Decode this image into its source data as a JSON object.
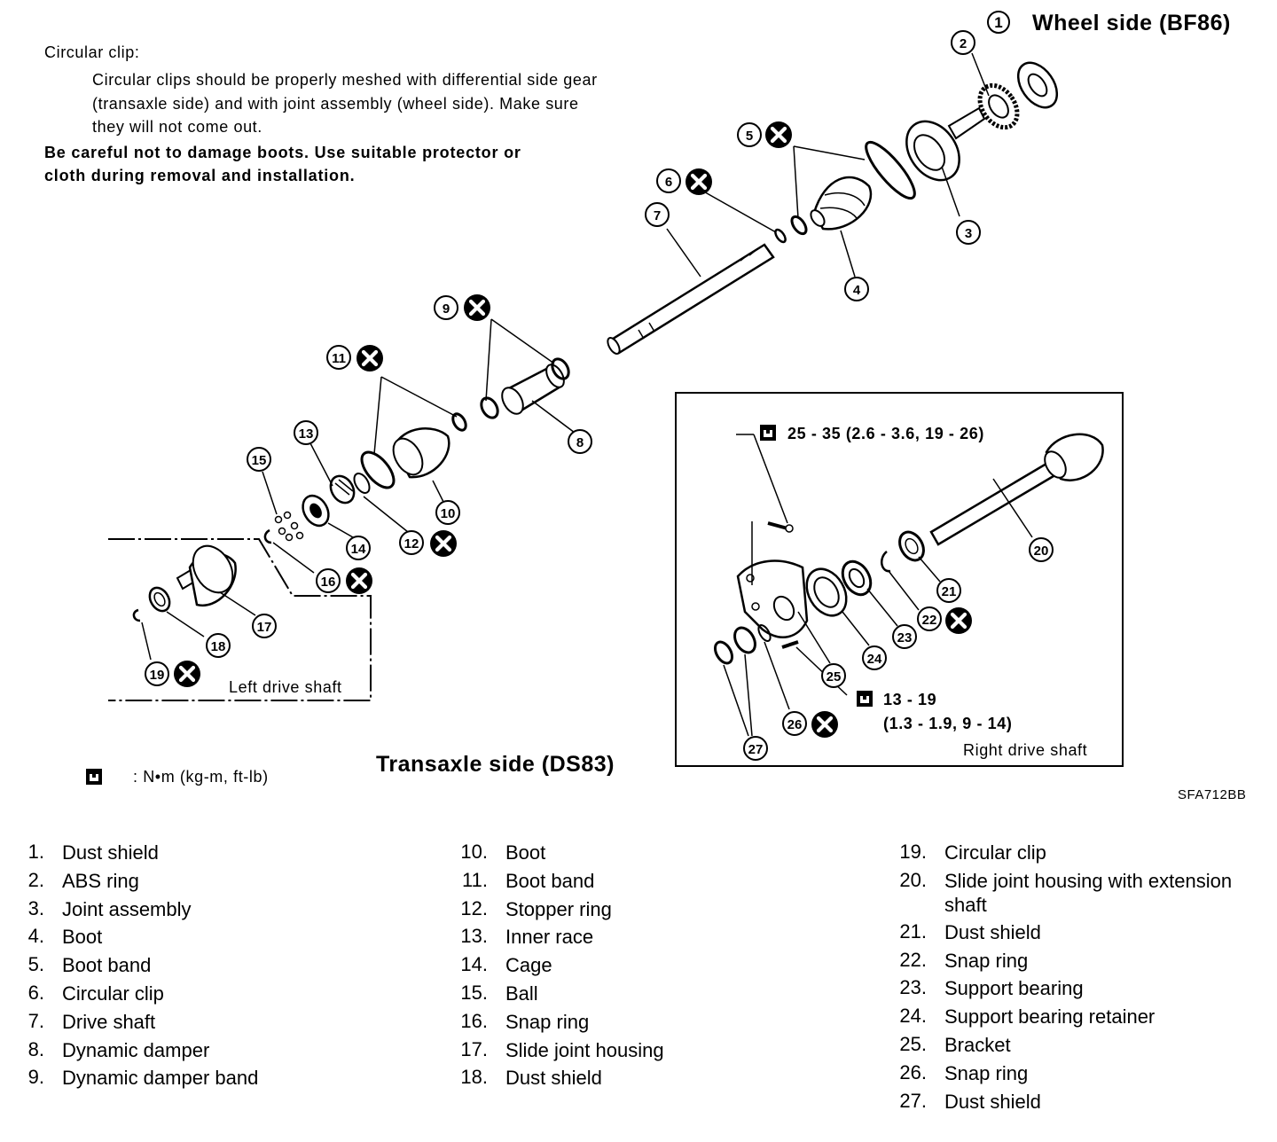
{
  "header": {
    "wheel_side_number": "1",
    "wheel_side_title": "Wheel side (BF86)",
    "transaxle_side_title": "Transaxle side (DS83)"
  },
  "note": {
    "heading": "Circular clip:",
    "line1": "Circular clips should be properly meshed with differential side gear",
    "line2": "(transaxle side) and with joint assembly (wheel side). Make sure",
    "line3": "they will not come out.",
    "warning1": "Be careful not to damage boots. Use suitable protector or",
    "warning2": "cloth during removal and installation."
  },
  "torque": {
    "bracket_bolt": "25 - 35 (2.6 - 3.6, 19 - 26)",
    "retainer_bolt_line1": "13 - 19",
    "retainer_bolt_line2": "(1.3 - 1.9, 9 - 14)",
    "unit_legend": ": N•m (kg-m, ft-lb)"
  },
  "boxes": {
    "left": "Left drive shaft",
    "right": "Right drive shaft"
  },
  "figure_code": "SFA712BB",
  "callouts": {
    "c2": "2",
    "c3": "3",
    "c4": "4",
    "c5": "5",
    "c6": "6",
    "c7": "7",
    "c8": "8",
    "c9": "9",
    "c10": "10",
    "c11": "11",
    "c12": "12",
    "c13": "13",
    "c14": "14",
    "c15": "15",
    "c16": "16",
    "c17": "17",
    "c18": "18",
    "c19": "19",
    "c20": "20",
    "c21": "21",
    "c22": "22",
    "c23": "23",
    "c24": "24",
    "c25": "25",
    "c26": "26",
    "c27": "27"
  },
  "parts_col1": [
    {
      "num": "1.",
      "name": "Dust shield"
    },
    {
      "num": "2.",
      "name": "ABS ring"
    },
    {
      "num": "3.",
      "name": "Joint assembly"
    },
    {
      "num": "4.",
      "name": "Boot"
    },
    {
      "num": "5.",
      "name": "Boot band"
    },
    {
      "num": "6.",
      "name": "Circular clip"
    },
    {
      "num": "7.",
      "name": "Drive shaft"
    },
    {
      "num": "8.",
      "name": "Dynamic damper"
    },
    {
      "num": "9.",
      "name": "Dynamic damper band"
    }
  ],
  "parts_col2": [
    {
      "num": "10.",
      "name": "Boot"
    },
    {
      "num": "11.",
      "name": "Boot band"
    },
    {
      "num": "12.",
      "name": "Stopper ring"
    },
    {
      "num": "13.",
      "name": "Inner race"
    },
    {
      "num": "14.",
      "name": "Cage"
    },
    {
      "num": "15.",
      "name": "Ball"
    },
    {
      "num": "16.",
      "name": "Snap ring"
    },
    {
      "num": "17.",
      "name": "Slide joint housing"
    },
    {
      "num": "18.",
      "name": "Dust shield"
    }
  ],
  "parts_col3": [
    {
      "num": "19.",
      "name": "Circular clip"
    },
    {
      "num": "20.",
      "name": "Slide joint housing with extension shaft"
    },
    {
      "num": "21.",
      "name": "Dust shield"
    },
    {
      "num": "22.",
      "name": "Snap ring"
    },
    {
      "num": "23.",
      "name": "Support bearing"
    },
    {
      "num": "24.",
      "name": "Support bearing retainer"
    },
    {
      "num": "25.",
      "name": "Bracket"
    },
    {
      "num": "26.",
      "name": "Snap ring"
    },
    {
      "num": "27.",
      "name": "Dust shield"
    }
  ]
}
